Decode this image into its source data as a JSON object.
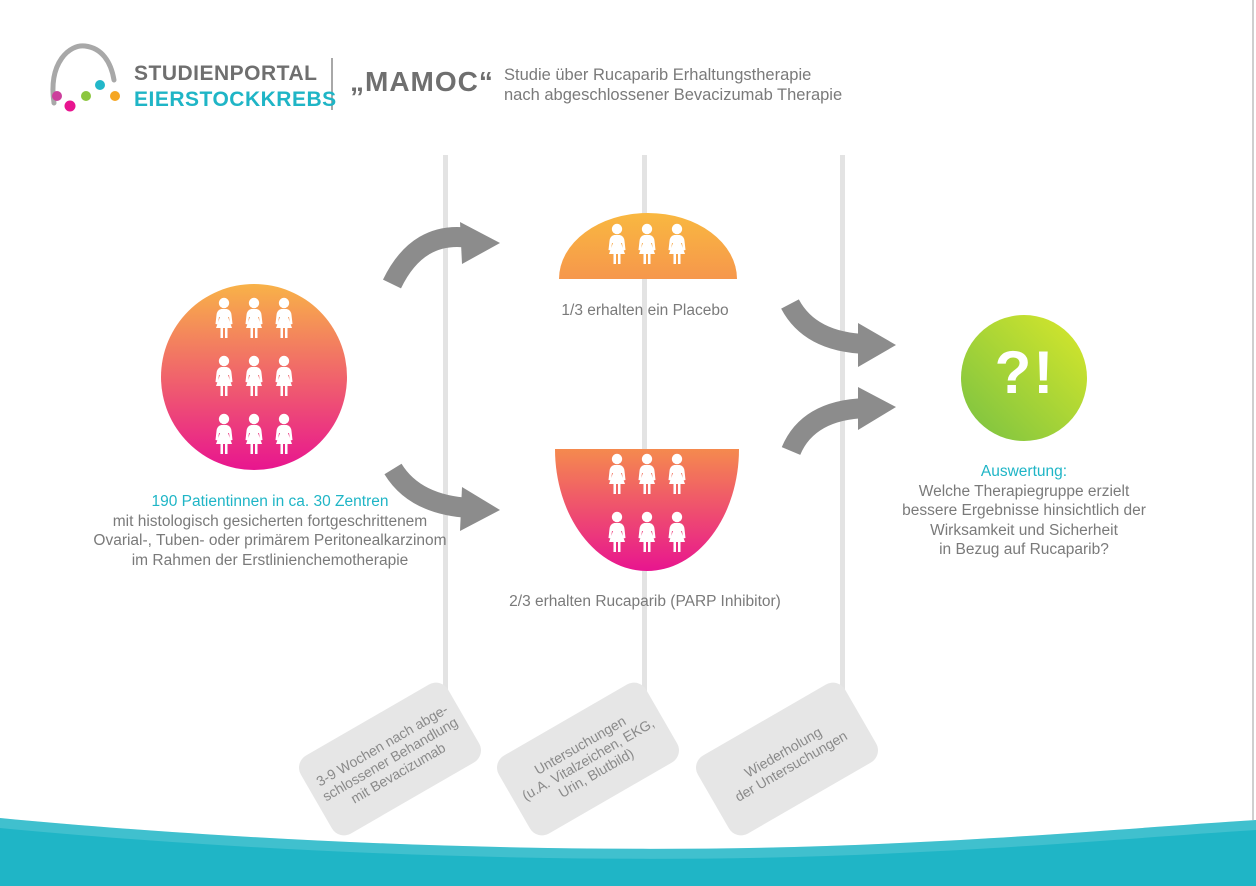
{
  "header": {
    "brand_line1": "STUDIENPORTAL",
    "brand_line2": "EIERSTOCKKREBS",
    "study_name": "„MAMOC“",
    "study_description": "Studie über Rucaparib Erhaltungstherapie\nnach abgeschlossener Bevacizumab Therapie"
  },
  "population": {
    "highlight": "190 Patientinnen in ca. 30 Zentren",
    "description": "mit histologisch gesicherten fortgeschrittenem\nOvarial-, Tuben- oder primärem Peritonealkarzinom\nim Rahmen der Erstlinienchemotherapie",
    "person_count": 9
  },
  "arms": [
    {
      "label": "1/3 erhalten ein Placebo",
      "person_count": 3
    },
    {
      "label": "2/3 erhalten Rucaparib (PARP Inhibitor)",
      "person_count": 6
    }
  ],
  "evaluation": {
    "symbol": "?!",
    "title": "Auswertung:",
    "question": "Welche Therapiegruppe erzielt\nbessere Ergebnisse hinsichtlich der\nWirksamkeit und Sicherheit\nin Bezug auf Rucaparib?"
  },
  "timeline_tags": [
    "3-9 Wochen nach abge-\nschlossener Behandlung\nmit Bevacizumab",
    "Untersuchungen\n(u.A. Vitalzeichen, EKG,\nUrin, Blutbild)",
    "Wiederholung\nder Untersuchungen"
  ],
  "colors": {
    "accent_teal": "#1fb5c6",
    "gradient_orange": "#f8b248",
    "gradient_pink": "#e8158f",
    "eval_green_light": "#d4e52a",
    "eval_green_dark": "#7cc242",
    "arrow_gray": "#8c8c8c",
    "timeline_gray": "#e3e3e3",
    "logo_dots": [
      "#cc3f9c",
      "#e8158f",
      "#8cc63f",
      "#22b7c9",
      "#f5a623"
    ]
  }
}
